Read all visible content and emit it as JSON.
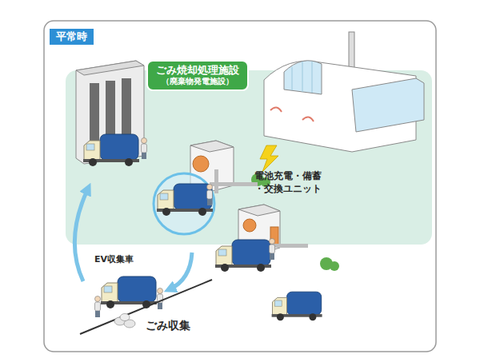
{
  "diagram": {
    "nodes": [
      {
        "text": [
          "平常時"
        ]
      },
      {
        "text": [
          "ごみ焼却処理施設",
          "（廃棄物発電施設）"
        ]
      }
    ],
    "labels": [
      "電池充電・備蓄 ・交換ユニット",
      "EV収集車",
      "ごみ収集"
    ]
  }
}
